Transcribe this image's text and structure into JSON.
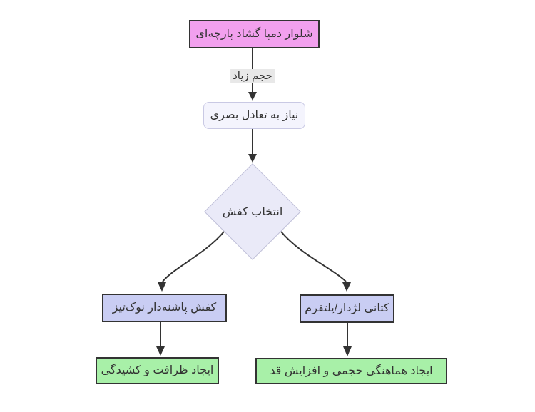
{
  "diagram": {
    "type": "flowchart",
    "direction": "top-down",
    "background_color": "#ffffff",
    "text_color": "#333333",
    "line_color": "#333333",
    "edge_label_bg": "#e8e8e8",
    "nodes": [
      {
        "id": "A",
        "shape": "rect",
        "label": "شلوار دمپا گشاد پارچه‌ای",
        "fill": "#f2a0ee",
        "stroke": "#333333"
      },
      {
        "id": "B",
        "shape": "rounded",
        "label": "نیاز به تعادل بصری",
        "fill": "#f4f4fd",
        "stroke": "#c9c9e4"
      },
      {
        "id": "C",
        "shape": "diamond",
        "label": "انتخاب کفش",
        "fill": "#eaeaf8",
        "stroke": "#c0c0d8"
      },
      {
        "id": "D",
        "shape": "rect",
        "label": "کفش پاشنه‌دار نوک‌تیز",
        "fill": "#c9cdf3",
        "stroke": "#333333"
      },
      {
        "id": "E",
        "shape": "rect",
        "label": "کتانی لژدار/پلتفرم",
        "fill": "#c9cdf3",
        "stroke": "#333333"
      },
      {
        "id": "F",
        "shape": "rect",
        "label": "ایجاد ظرافت و کشیدگی",
        "fill": "#a8f0a8",
        "stroke": "#333333"
      },
      {
        "id": "G",
        "shape": "rect",
        "label": "ایجاد هماهنگی حجمی و افزایش قد",
        "fill": "#a8f0a8",
        "stroke": "#333333"
      }
    ],
    "edges": [
      {
        "from": "A",
        "to": "B",
        "label": "حجم زیاد"
      },
      {
        "from": "B",
        "to": "C",
        "label": ""
      },
      {
        "from": "C",
        "to": "D",
        "label": ""
      },
      {
        "from": "C",
        "to": "E",
        "label": ""
      },
      {
        "from": "D",
        "to": "F",
        "label": ""
      },
      {
        "from": "E",
        "to": "G",
        "label": ""
      }
    ]
  }
}
